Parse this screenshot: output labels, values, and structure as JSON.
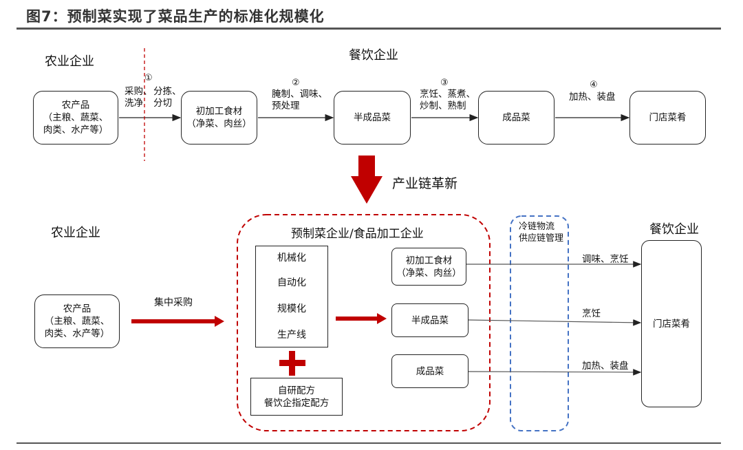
{
  "header": {
    "title": "图7：预制菜实现了菜品生产的标准化规模化"
  },
  "top": {
    "agri_label": "农业企业",
    "catering_label": "餐饮企业",
    "box_agri": "农产品\n（主粮、蔬菜、\n肉类、水产等）",
    "box_primary": "初加工食材\n（净菜、肉丝）",
    "box_semi": "半成品菜",
    "box_finished": "成品菜",
    "box_store": "门店菜肴",
    "step1_num": "①",
    "step1_left": "采购、\n洗净",
    "step1_right": "分拣、\n分切",
    "step2_num": "②",
    "step2_text": "腌制、调味、\n预处理",
    "step3_num": "③",
    "step3_text": "烹饪、蒸煮、\n炒制、熟制",
    "step4_num": "④",
    "step4_text": "加热、装盘"
  },
  "middle": {
    "transition_label": "产业链革新"
  },
  "bottom": {
    "agri_label": "农业企业",
    "box_agri": "农产品\n（主粮、蔬菜、\n肉类、水产等）",
    "procure_label": "集中采购",
    "group_title": "预制菜企业/食品加工企业",
    "features": [
      "机械化",
      "自动化",
      "规模化",
      "生产线"
    ],
    "recipe_text": "自研配方\n餐饮企指定配方",
    "box_primary": "初加工食材\n（净菜、肉丝）",
    "box_semi": "半成品菜",
    "box_finished": "成品菜",
    "coldchain_label": "冷链物流\n供应链管理",
    "catering_label": "餐饮企业",
    "store_label": "门店菜肴",
    "flow1_label": "调味、烹饪",
    "flow2_label": "烹饪",
    "flow3_label": "加热、装盘"
  },
  "colors": {
    "accent_red": "#c00000",
    "dash_blue": "#4472c4",
    "line_gray": "#555555"
  }
}
